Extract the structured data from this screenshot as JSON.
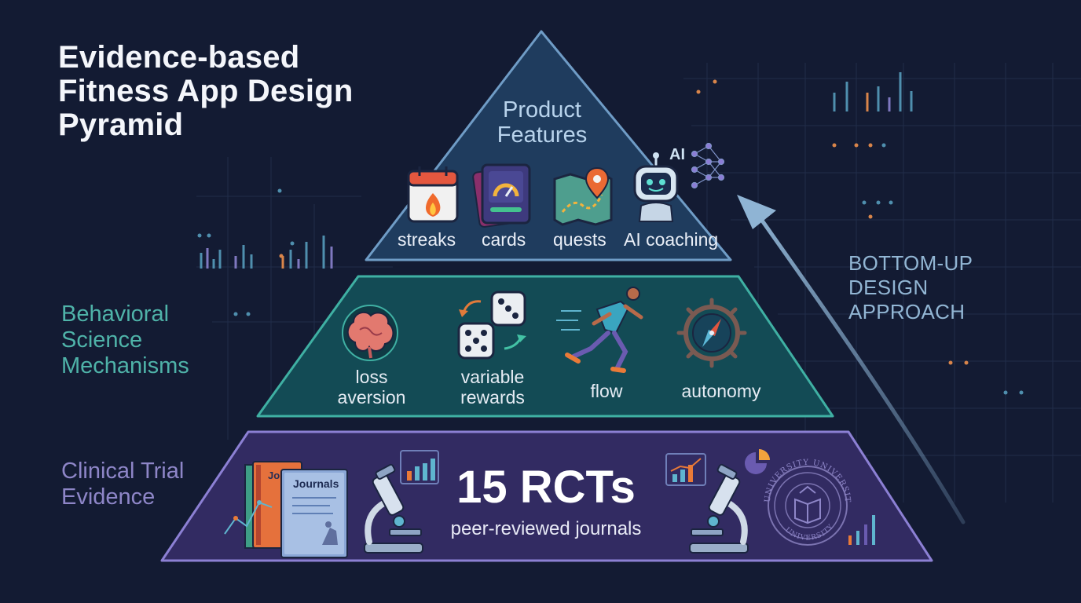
{
  "title_lines": [
    "Evidence-based",
    "Fitness App Design",
    "Pyramid"
  ],
  "side_labels": {
    "behavioral": [
      "Behavioral",
      "Science",
      "Mechanisms"
    ],
    "clinical": [
      "Clinical Trial",
      "Evidence"
    ]
  },
  "approach_lines": [
    "BOTTOM-UP",
    "DESIGN",
    "APPROACH"
  ],
  "top_tier": {
    "title_lines": [
      "Product",
      "Features"
    ],
    "features": [
      "streaks",
      "cards",
      "quests",
      "AI coaching"
    ],
    "ai_mark": "AI"
  },
  "middle_tier": {
    "mechanisms": [
      {
        "lines": [
          "loss",
          "aversion"
        ]
      },
      {
        "lines": [
          "variable",
          "rewards"
        ]
      },
      {
        "lines": [
          "flow"
        ]
      },
      {
        "lines": [
          "autonomy"
        ]
      }
    ]
  },
  "bottom_tier": {
    "count": "15 RCTs",
    "subtitle": "peer-reviewed journals",
    "journal_label": "Journals",
    "journal_back_label": "Jo",
    "seal_ring_text": "UNIVERSITY UNIVERSITY",
    "seal_bottom_text": "UNIVERSITY"
  },
  "colors": {
    "background": "#131b33",
    "top_fill": "#1f3c5e",
    "top_stroke": "#6f9cc6",
    "mid_fill": "#134b55",
    "mid_stroke": "#3fb0a3",
    "bottom_fill": "#322b62",
    "bottom_stroke": "#8c80d4",
    "arrow": "#7fa5c6"
  },
  "icons": [
    "calendar-flame-icon",
    "gauge-card-icon",
    "map-pin-icon",
    "robot-icon",
    "neural-network-icon",
    "brain-icon",
    "dice-icon",
    "runner-icon",
    "compass-icon",
    "books-icon",
    "microscope-icon",
    "university-seal-icon"
  ]
}
